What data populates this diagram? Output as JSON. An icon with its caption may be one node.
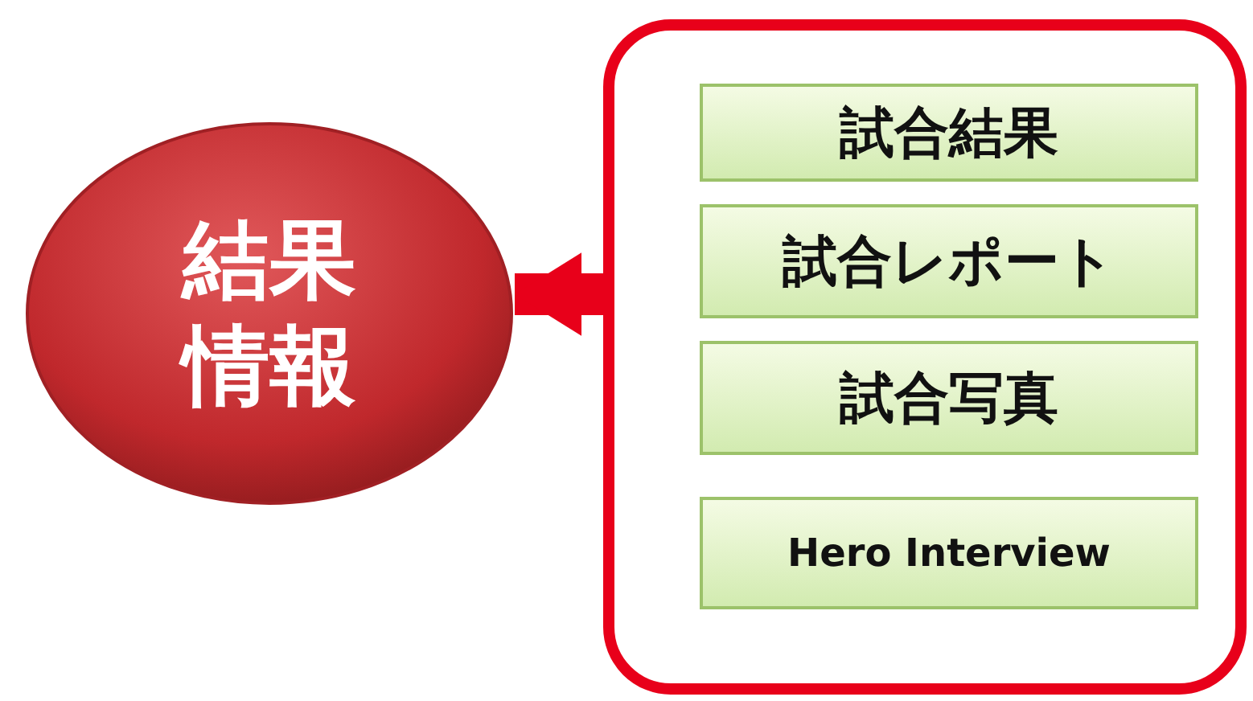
{
  "diagram": {
    "nodes": [
      {
        "text": [
          "結果情報"
        ]
      },
      {
        "text": [],
        "shape": "box"
      },
      {
        "text": [
          "試合結果"
        ],
        "in": 1
      },
      {
        "text": [
          "試合レポート"
        ],
        "in": 1
      },
      {
        "text": [
          "試合写真"
        ],
        "in": 1
      },
      {
        "text": [
          "Hero Interview"
        ],
        "in": 1
      }
    ],
    "edges": [
      {
        "from": 1,
        "to": 0,
        "arrow": "to",
        "color": "#e8001a"
      }
    ]
  }
}
